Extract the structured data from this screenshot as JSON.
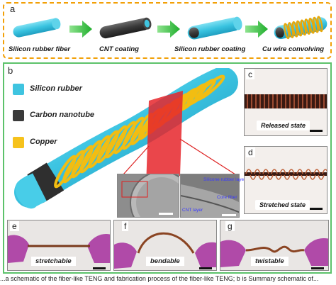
{
  "panel_a": {
    "letter": "a",
    "steps": [
      {
        "label": "Silicon rubber fiber"
      },
      {
        "label": "CNT coating"
      },
      {
        "label": "Silicon rubber coating"
      },
      {
        "label": "Cu wire convolving"
      }
    ]
  },
  "panel_b": {
    "letter": "b",
    "legend": [
      {
        "label": "Silicon rubber",
        "color": "#3fc4e0"
      },
      {
        "label": "Carbon nanotube",
        "color": "#3a3a3a"
      },
      {
        "label": "Copper",
        "color": "#f6c21c"
      }
    ],
    "sem": {
      "silicone_layer_label": "Silicone rubber layer",
      "core_fiber_label": "Core fiber",
      "cnt_layer_label": "CNT layer"
    }
  },
  "panel_c": {
    "letter": "c",
    "caption": "Released state"
  },
  "panel_d": {
    "letter": "d",
    "caption": "Stretched state"
  },
  "panel_e": {
    "letter": "e",
    "caption": "stretchable"
  },
  "panel_f": {
    "letter": "f",
    "caption": "bendable"
  },
  "panel_g": {
    "letter": "g",
    "caption": "twistable"
  },
  "colors": {
    "dashed_border": "#f2a007",
    "solid_border": "#5cc26a",
    "arrow_green": "#2fbf3c",
    "glove_purple": "#b04aa8"
  },
  "footer_text": "...a schematic of the fiber-like TENG and fabrication process of the fiber-like TENG; b is Summary schematic of..."
}
